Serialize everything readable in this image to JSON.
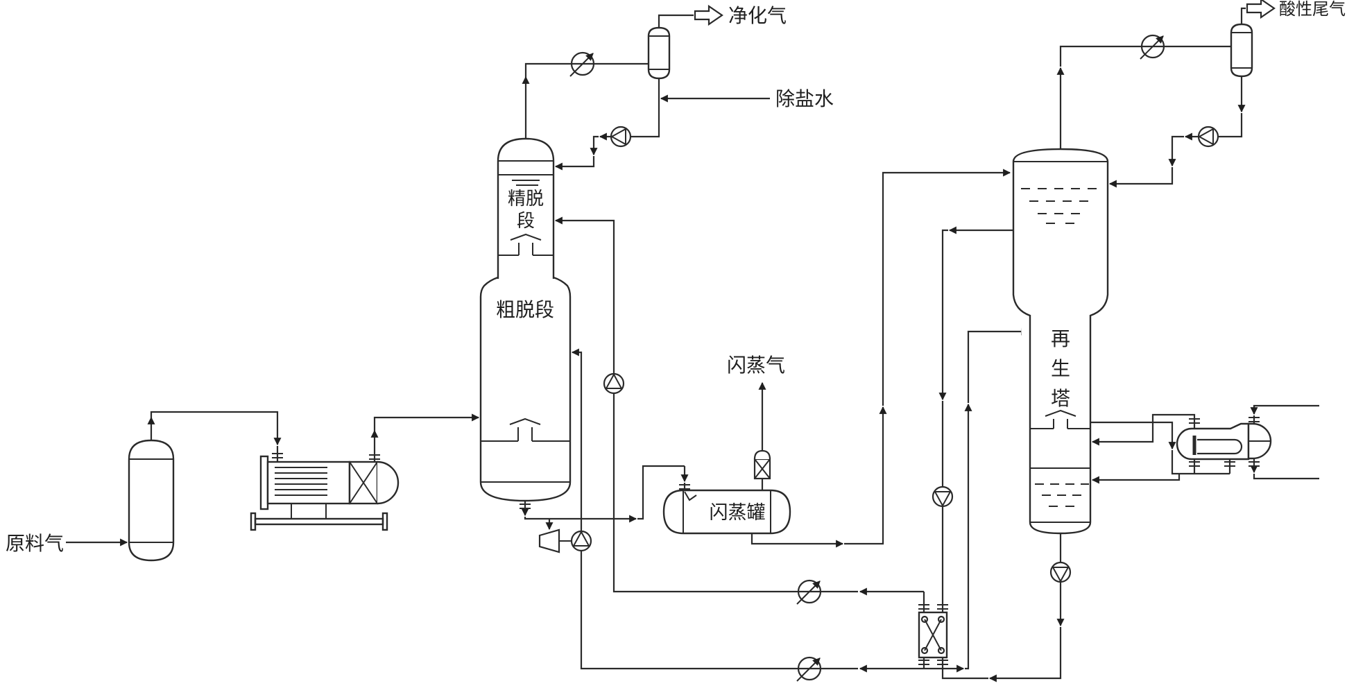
{
  "diagram": {
    "type": "process-flow-diagram",
    "colors": {
      "line": "#2a2a2a",
      "background": "#ffffff",
      "text": "#1f1f1f"
    },
    "streams": {
      "feed_gas": "原料气",
      "purified_gas": "净化气",
      "demin_water": "除盐水",
      "flash_gas": "闪蒸气",
      "acid_tail_gas": "酸性尾气"
    },
    "equipment": {
      "flash_drum": "闪蒸罐",
      "absorber_fine_section": {
        "line1": "精脱",
        "line2": "段"
      },
      "absorber_coarse_section": "粗脱段",
      "regenerator": {
        "chars": [
          "再",
          "生",
          "塔"
        ]
      }
    }
  }
}
